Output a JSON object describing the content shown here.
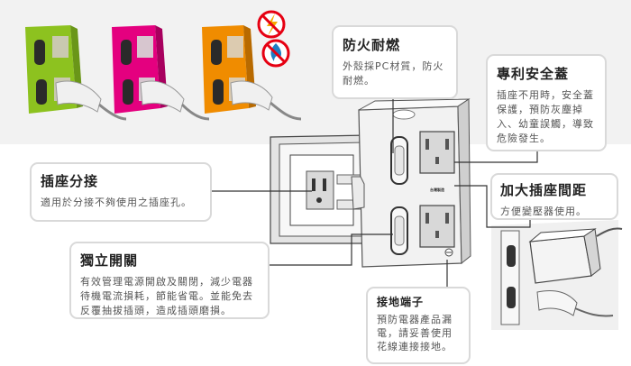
{
  "callouts": {
    "fire": {
      "title": "防火耐燃",
      "body": "外殼採PC材質，防火耐燃。"
    },
    "safety_lid": {
      "title": "專利安全蓋",
      "body": "插座不用時，安全蓋保護，預防灰塵掉入、幼童誤觸，導致危險發生。"
    },
    "split": {
      "title": "插座分接",
      "body": "適用於分接不夠使用之插座孔。"
    },
    "spacing": {
      "title": "加大插座間距",
      "body": "方便變壓器使用。"
    },
    "switch": {
      "title": "獨立開關",
      "body": "有效管理電源開啟及關閉，減少電器待機電流損耗，節能省電。並能免去反覆抽拔插頭，造成插頭磨損。"
    },
    "ground": {
      "title": "接地端子",
      "body": "預防電器產品漏電，請妥善使用花線連接接地。"
    }
  },
  "product_label": "台灣製造",
  "colors": {
    "green": "#8dc21f",
    "pink": "#e4007f",
    "orange": "#f08c00",
    "callout_border": "#d9d9d9",
    "leader_line": "#333333",
    "plug": "#e8e8e8"
  },
  "icons": [
    "lightning-icon",
    "fire-icon",
    "no-symbol-icon"
  ]
}
